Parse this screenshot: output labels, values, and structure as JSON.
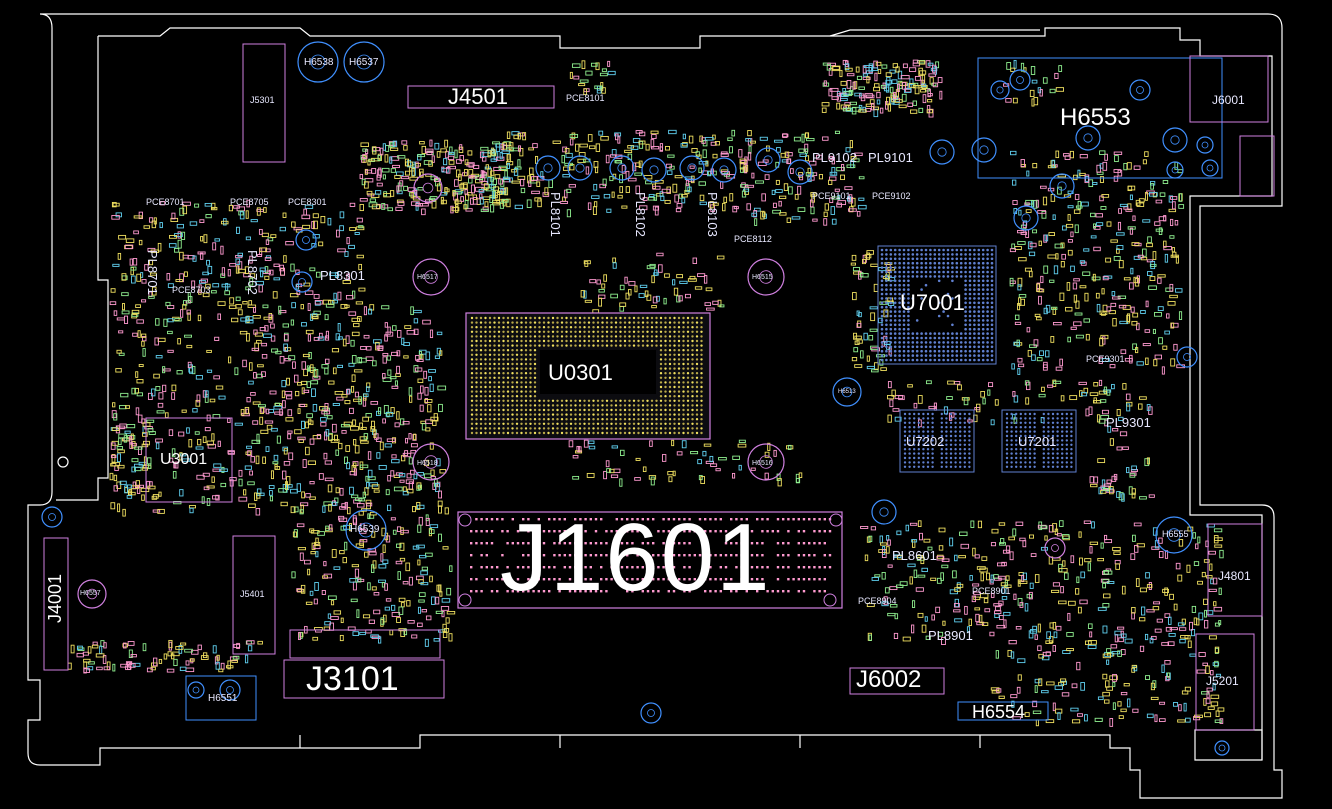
{
  "board": {
    "colors": {
      "background": "#000000",
      "outline": "#ffffff",
      "component_outline": "#d080e0",
      "hole": "#4090ff",
      "pad_pink": "#ff9ad0",
      "pad_yellow": "#f0e060",
      "pad_cyan": "#60d0f0",
      "pad_green": "#90f090",
      "bga": "#6080d0"
    },
    "designators": {
      "j1601": "J1601",
      "u0301": "U0301",
      "u7001": "U7001",
      "u3001": "U3001",
      "j3101": "J3101",
      "j4501": "J4501",
      "h6553": "H6553",
      "j6002": "J6002",
      "h6554": "H6554",
      "j4001": "J4001",
      "j6001": "J6001",
      "j4801": "J4801",
      "j5201": "J5201",
      "j5301": "J5301",
      "j5401": "J5401",
      "u7202": "U7202",
      "u7201": "U7201",
      "h6538": "H6538",
      "h6537": "H6537",
      "h6539": "H6539",
      "h6551": "H6551",
      "h6555": "H6555",
      "h6557": "H6557",
      "h6517": "H6517",
      "h6518": "H6518",
      "h6515": "H6515",
      "h6516": "H6516",
      "h6513": "H6513",
      "pce8101": "PCE8101",
      "pce8701": "PCE8701",
      "pce8705": "PCE8705",
      "pce8301": "PCE8301",
      "pce8703": "PCE8703",
      "pce8112": "PCE8112",
      "pce9101": "PCE9101",
      "pce9102": "PCE9102",
      "pce9301": "PCE9301",
      "pce8901": "PCE8901",
      "pce8904": "PCE8904",
      "pl9102": "PL9102",
      "pl9101": "PL9101",
      "pl8301": "PL8301",
      "pl9301": "PL9301",
      "pl8601": "PL8601",
      "pl8901": "PL8901",
      "pl8101": "PL8101",
      "pl8102": "PL8102",
      "pl8103": "PL8103",
      "pl8701": "PL8701",
      "pl8702": "PL8702"
    }
  }
}
